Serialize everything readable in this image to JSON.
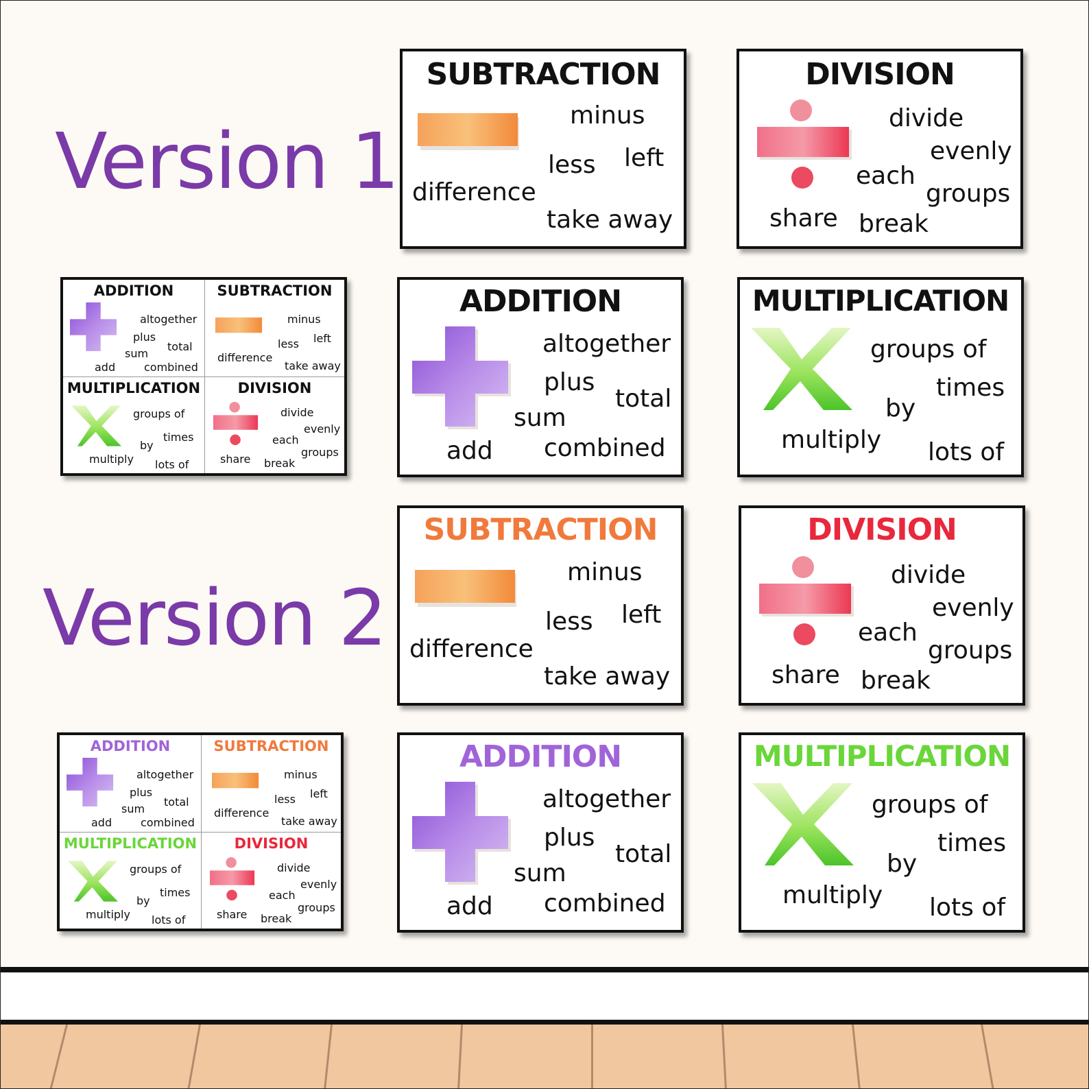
{
  "versions": {
    "v1": "Version 1",
    "v2": "Version 2"
  },
  "colors": {
    "heading_purple": "#7a3aa8",
    "addition": "#a064d8",
    "subtraction": "#f07a3c",
    "multiplication": "#6ad63a",
    "division": "#e8283c",
    "floor": "#f1c7a0"
  },
  "addition": {
    "title": "ADDITION",
    "icon": "plus-icon",
    "words": {
      "altogether": "altogether",
      "plus": "plus",
      "total": "total",
      "sum": "sum",
      "add": "add",
      "combined": "combined"
    }
  },
  "subtraction": {
    "title": "SUBTRACTION",
    "icon": "minus-icon",
    "words": {
      "minus": "minus",
      "less": "less",
      "left": "left",
      "difference": "difference",
      "take_away": "take away"
    }
  },
  "multiplication": {
    "title": "MULTIPLICATION",
    "icon": "times-icon",
    "words": {
      "groups_of": "groups of",
      "times": "times",
      "by": "by",
      "multiply": "multiply",
      "lots_of": "lots of"
    }
  },
  "division": {
    "title": "DIVISION",
    "icon": "divide-icon",
    "words": {
      "divide": "divide",
      "evenly": "evenly",
      "each": "each",
      "groups": "groups",
      "share": "share",
      "break": "break"
    }
  }
}
